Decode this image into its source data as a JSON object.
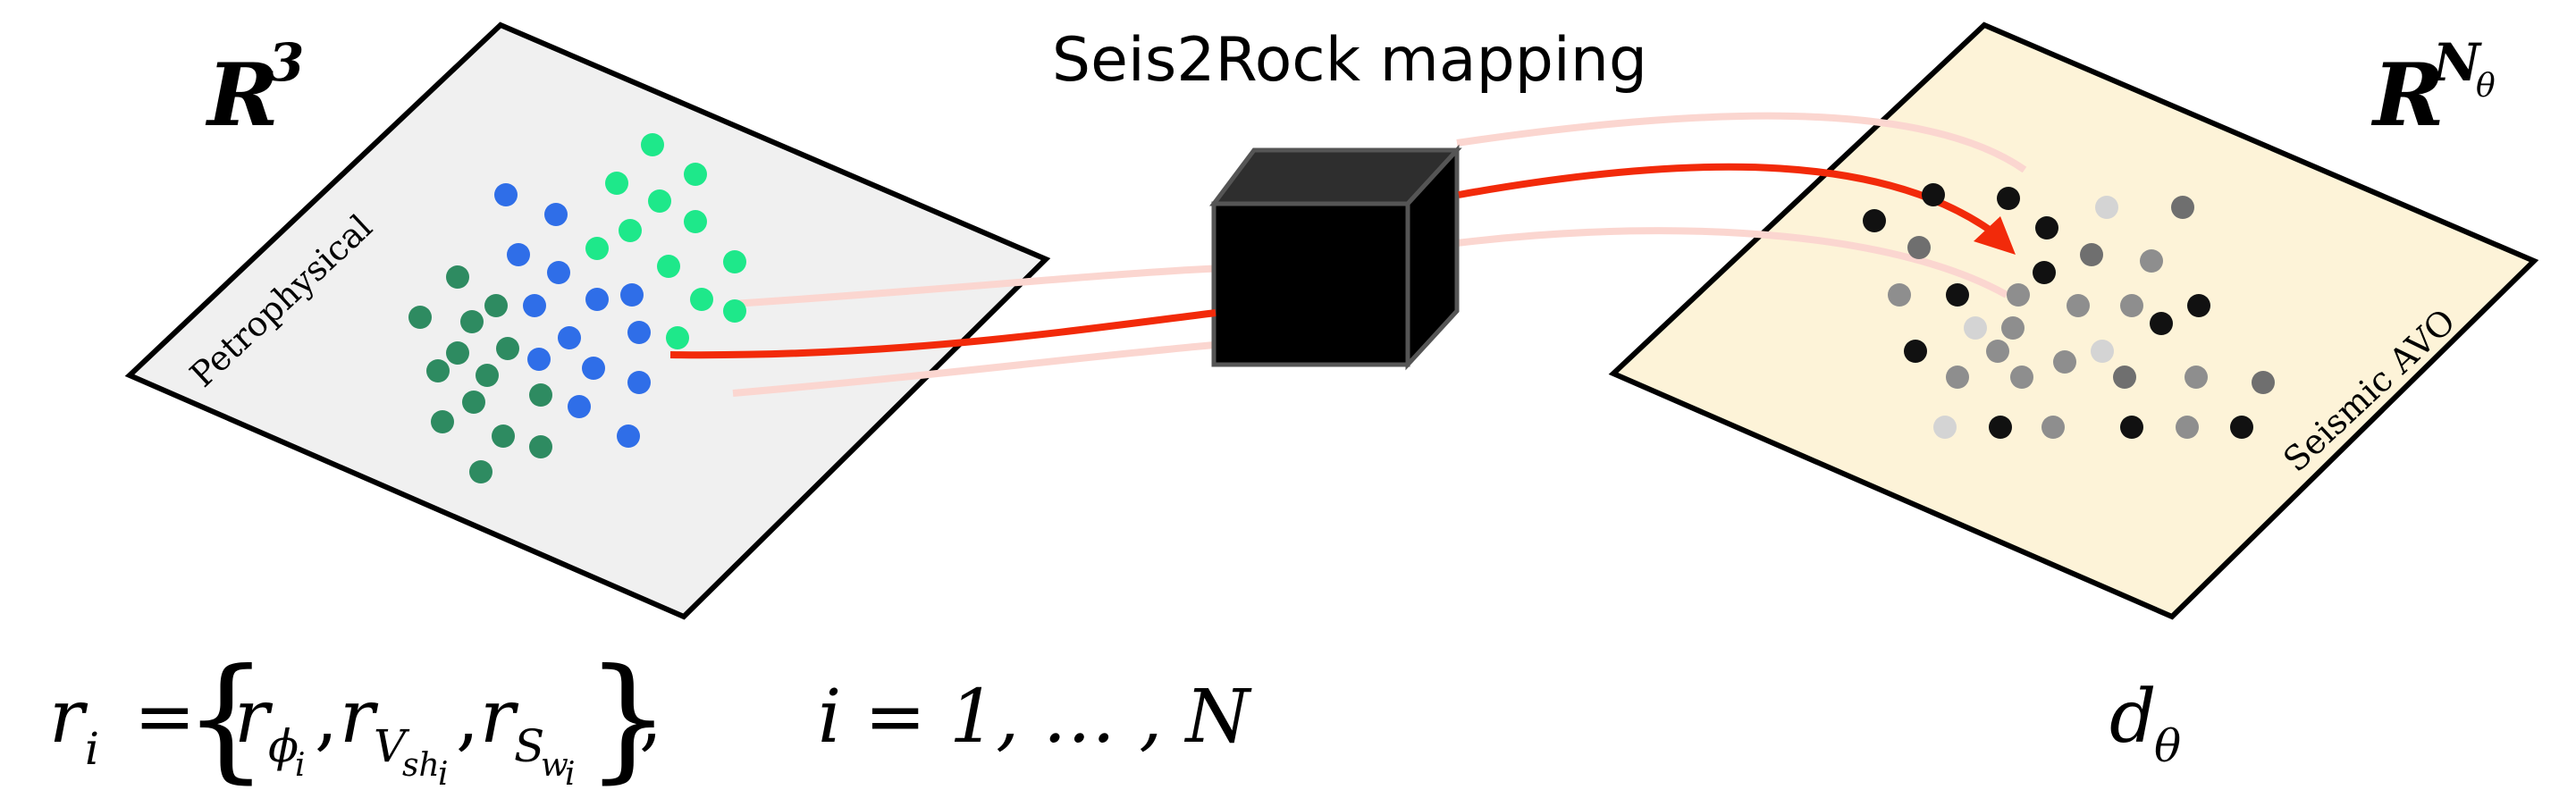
{
  "title": "Seis2Rock mapping",
  "left_space": {
    "label": "R",
    "superscript": "3",
    "plane_label": "Petrophysical",
    "plane_fill": "#f0f0f0",
    "cluster_colors": {
      "dark_green": "#2e8b61",
      "blue": "#2f6ee8",
      "bright_green": "#1ee88a"
    }
  },
  "right_space": {
    "label": "R",
    "superscript_base": "N",
    "superscript_sub": "θ",
    "plane_label": "Seismic AVO",
    "plane_fill": "#fdf3d8",
    "dot_colors": [
      "#111111",
      "#6f6f6f",
      "#8e8e8e",
      "#d4d4d4"
    ]
  },
  "mapping": {
    "box_color": "#000000",
    "arrow_color": "#f22a0a",
    "faded_arrow_color": "#fbd6d0"
  },
  "equation_left": {
    "lhs": "r",
    "lhs_sub": "i",
    "equals": "=",
    "terms": [
      {
        "base": "r",
        "sub": "ϕ",
        "subsub": "i"
      },
      {
        "base": "r",
        "sub": "V",
        "subsub": "sh",
        "subsubsub": "i"
      },
      {
        "base": "r",
        "sub": "S",
        "subsub": "w",
        "subsubsub": "i"
      }
    ],
    "comma": ","
  },
  "equation_index": "i = 1, … , N",
  "equation_right": {
    "base": "d",
    "sub": "θ"
  }
}
